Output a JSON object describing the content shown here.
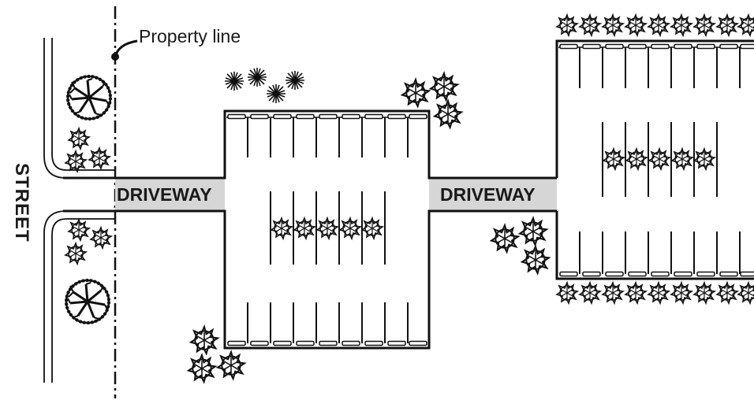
{
  "labels": {
    "street": "STREET",
    "property_line": "Property line",
    "driveway_1": "DRIVEWAY",
    "driveway_2": "DRIVEWAY"
  },
  "colors": {
    "line": "#111111",
    "driveway_fill": "#d6d6d6",
    "background": "#ffffff"
  },
  "icons": {
    "tree": "tree-icon",
    "shrub": "shrub-icon"
  }
}
